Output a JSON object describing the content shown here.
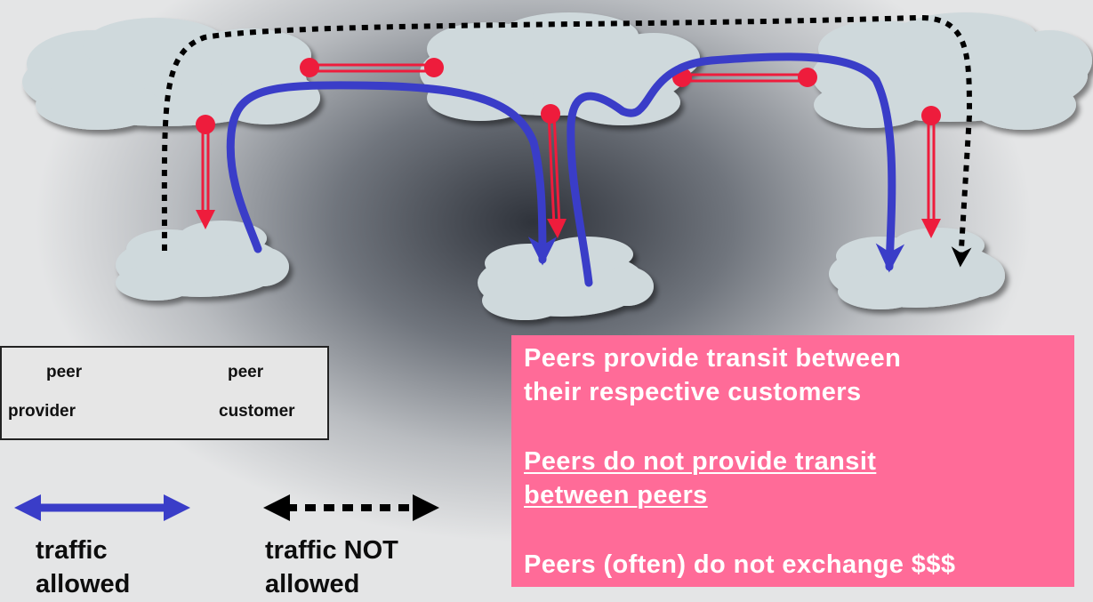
{
  "legend": {
    "peer_left": "peer",
    "peer_right": "peer",
    "provider": "provider",
    "customer": "customer"
  },
  "traffic": {
    "allowed_line1": "traffic",
    "allowed_line2": "allowed",
    "not_allowed_line1": "traffic NOT",
    "not_allowed_line2": "allowed"
  },
  "info": {
    "line1": "Peers provide transit between",
    "line2": "their respective customers",
    "line3": "Peers do not provide transit",
    "line4": "between peers",
    "line5": "Peers (often) do not exchange $$$"
  },
  "colors": {
    "cloud": "#cfd9dc",
    "relationship_red": "#ee1c3c",
    "legend_orange": "#ff4a12",
    "allowed_blue": "#3a3dc8",
    "not_allowed_black": "#000000",
    "info_box_pink": "#ff6b98"
  }
}
